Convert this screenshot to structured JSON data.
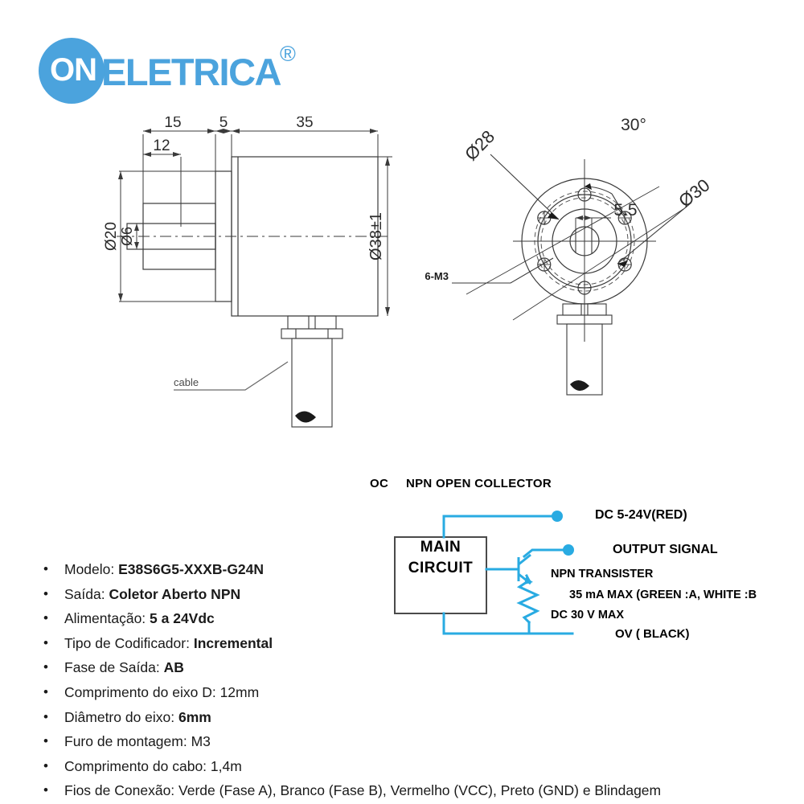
{
  "brand": {
    "logo_on": "ON",
    "logo_eletrica": "ELETRICA",
    "registered_mark": "®",
    "accent_color": "#4BA3DD"
  },
  "drawings": {
    "side_view": {
      "name": "encoder-side-view",
      "dimensions": {
        "shaft_step_back": "15",
        "flange_thickness": "5",
        "body_length": "35",
        "shaft_length": "12",
        "flange_diameter": "Ø20",
        "shaft_diameter": "Ø6",
        "body_diameter": "Ø38±1"
      },
      "cable_label": "cable"
    },
    "front_view": {
      "name": "encoder-front-view",
      "dimensions": {
        "hole_angle": "30°",
        "bolt_circle": "Ø28",
        "outer_circle": "Ø30",
        "shaft_flat": "5.5",
        "mounting_holes": "6-M3"
      }
    }
  },
  "circuit": {
    "type_code": "OC",
    "type_name": "NPN  OPEN COLLECTOR",
    "block_label": "MAIN\nCIRCUIT",
    "block_line1": "MAIN",
    "block_line2": "CIRCUIT",
    "wire_color": "#29ABE2",
    "labels": {
      "supply": "DC 5-24V(RED)",
      "output": "OUTPUT SIGNAL",
      "transistor": "NPN TRANSISTER",
      "current_max": "35 mA  MAX    (GREEN :A, WHITE :B",
      "voltage_max": "DC 30 V MAX",
      "ground": "OV ( BLACK)"
    }
  },
  "specs": [
    {
      "label": "Modelo: ",
      "value": "E38S6G5-XXXB-G24N",
      "bold": true
    },
    {
      "label": "Saída: ",
      "value": "Coletor Aberto NPN",
      "bold": true
    },
    {
      "label": "Alimentação: ",
      "value": "5 a 24Vdc",
      "bold": true
    },
    {
      "label": "Tipo de Codificador: ",
      "value": "Incremental",
      "bold": true
    },
    {
      "label": "Fase de Saída: ",
      "value": "AB",
      "bold": true
    },
    {
      "label": "Comprimento do eixo D: ",
      "value": "12mm",
      "bold": false
    },
    {
      "label": "Diâmetro do eixo: ",
      "value": "6mm",
      "bold": true
    },
    {
      "label": "Furo de montagem: ",
      "value": "M3",
      "bold": false
    },
    {
      "label": "Comprimento do cabo: ",
      "value": "1,4m",
      "bold": false
    },
    {
      "label": "Fios de Conexão: ",
      "value": "Verde (Fase A), Branco (Fase B), Vermelho (VCC), Preto (GND) e Blindagem",
      "bold": false
    }
  ]
}
